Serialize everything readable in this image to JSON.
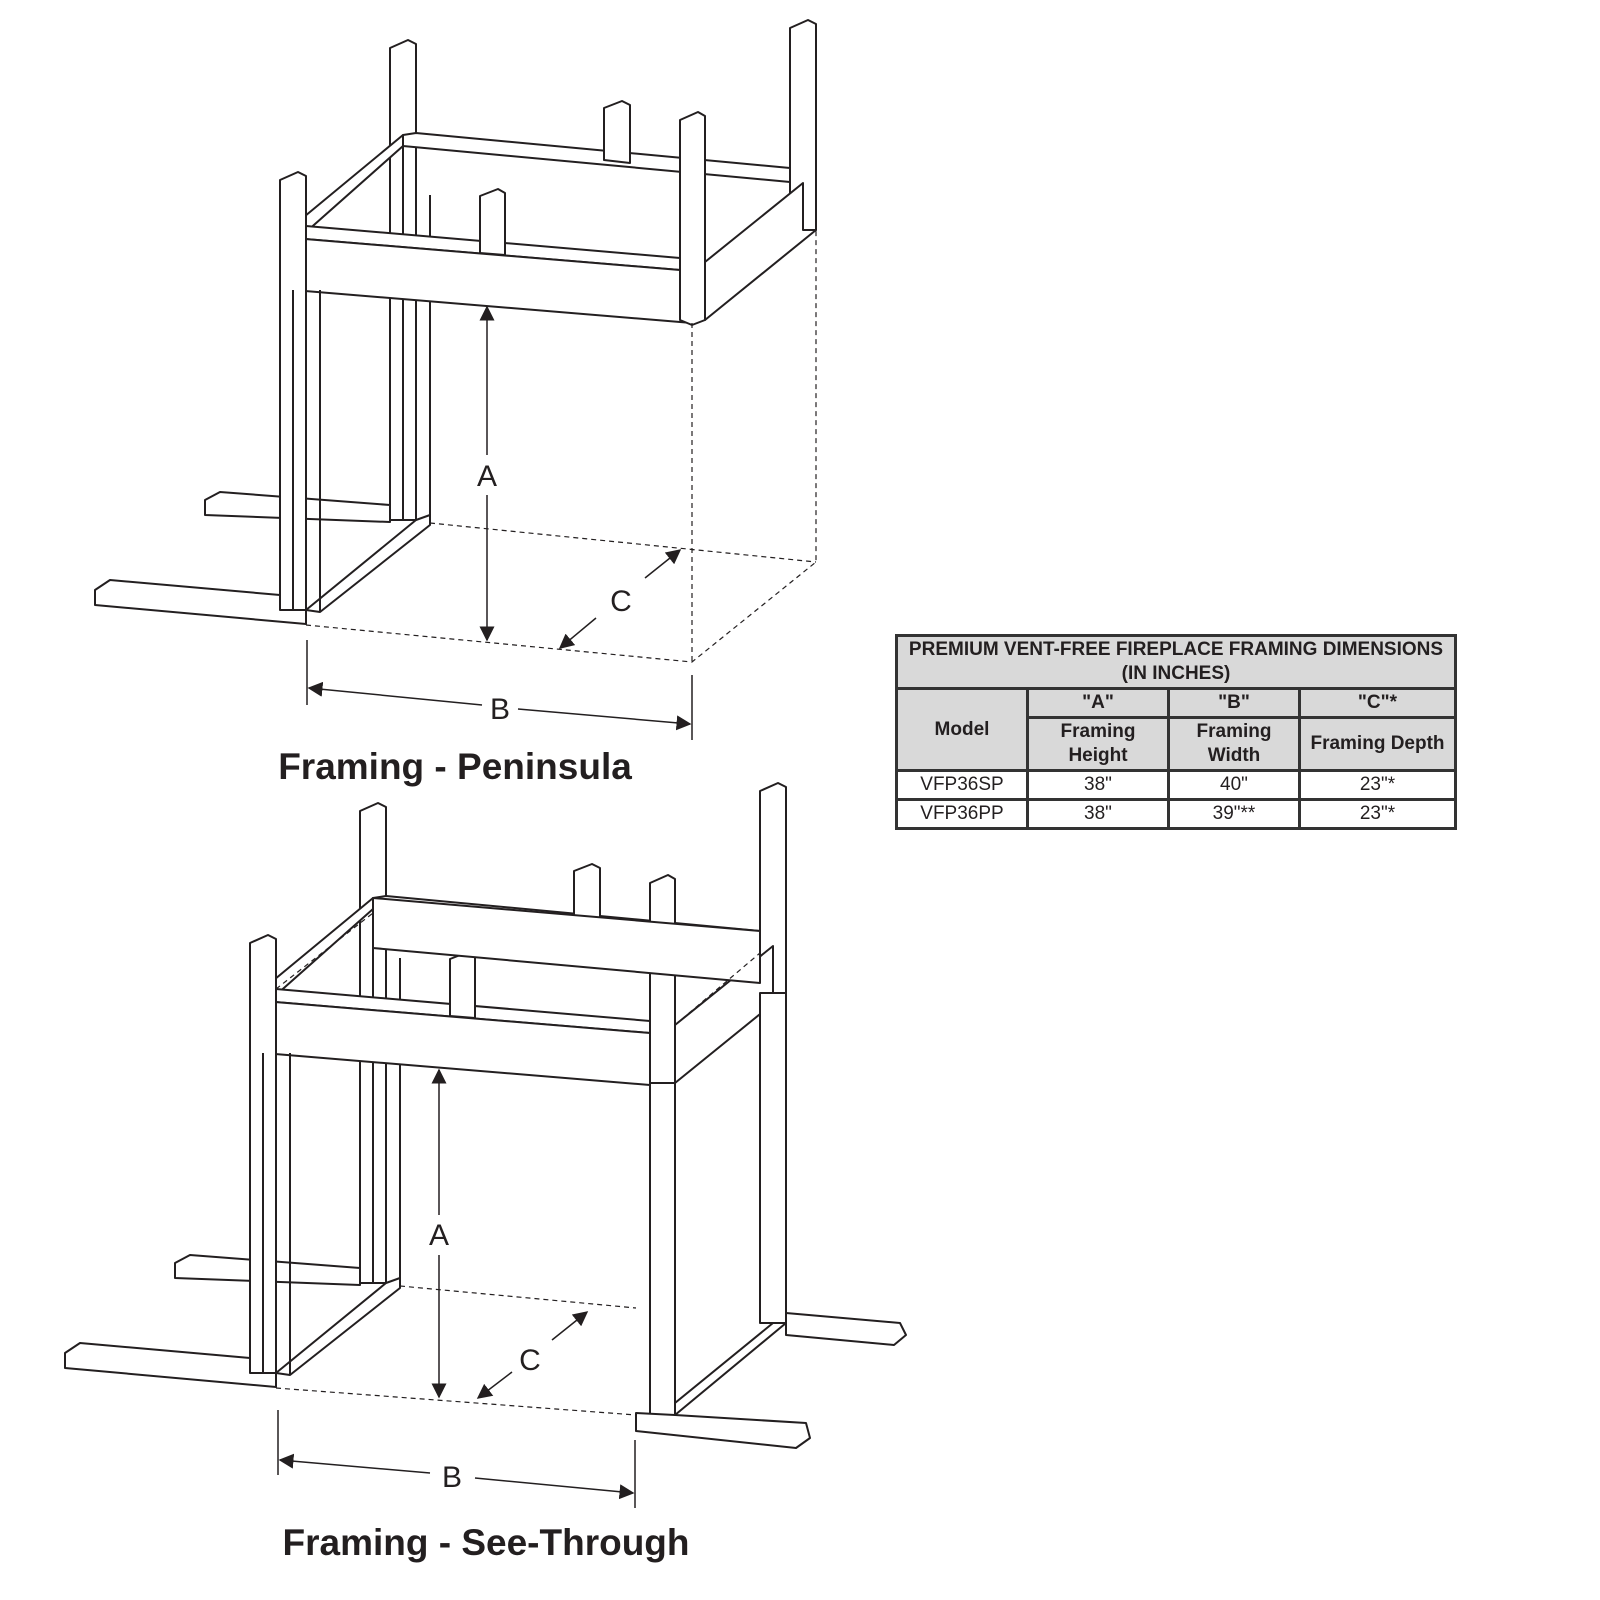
{
  "diagrams": [
    {
      "title": "Framing - Peninsula",
      "labels": {
        "a": "A",
        "b": "B",
        "c": "C"
      }
    },
    {
      "title": "Framing - See-Through",
      "labels": {
        "a": "A",
        "b": "B",
        "c": "C"
      }
    }
  ],
  "table": {
    "title": "PREMIUM VENT-FREE FIREPLACE FRAMING DIMENSIONS (IN INCHES)",
    "model_header": "Model",
    "columns": [
      {
        "key": "\"A\"",
        "name": "Framing Height"
      },
      {
        "key": "\"B\"",
        "name": "Framing Width"
      },
      {
        "key": "\"C\"*",
        "name": "Framing Depth"
      }
    ],
    "rows": [
      {
        "model": "VFP36SP",
        "a": "38\"",
        "b": "40\"",
        "c": "23\"*"
      },
      {
        "model": "VFP36PP",
        "a": "38\"",
        "b": "39\"**",
        "c": "23\"*"
      }
    ]
  }
}
